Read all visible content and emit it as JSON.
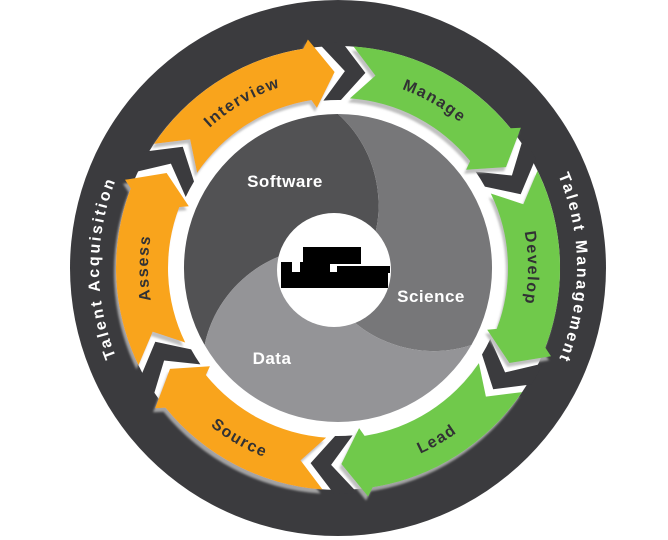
{
  "diagram": {
    "type": "circular-process-cycle",
    "background": "#ffffff"
  },
  "ring": {
    "color": "#3b3b3e",
    "text_color": "#ffffff",
    "left_label": "Talent Acquisition",
    "right_label": "Talent Management"
  },
  "accent_colors": {
    "orange": "#f9a41c",
    "green": "#70c94b",
    "arrow_text": "#313134",
    "shadow": "#b5b5b5"
  },
  "segments": [
    {
      "id": "interview",
      "label": "Interview",
      "color": "#f9a41c",
      "group": "Talent Acquisition",
      "start": 210,
      "end": 270,
      "text_dir": "cw"
    },
    {
      "id": "manage",
      "label": "Manage",
      "color": "#70c94b",
      "group": "Talent Management",
      "start": 270,
      "end": 330,
      "text_dir": "cw"
    },
    {
      "id": "develop",
      "label": "Develop",
      "color": "#70c94b",
      "group": "Talent Management",
      "start": 330,
      "end": 390,
      "text_dir": "cw"
    },
    {
      "id": "lead",
      "label": "Lead",
      "color": "#70c94b",
      "group": "Talent Management",
      "start": 30,
      "end": 90,
      "text_dir": "ccw"
    },
    {
      "id": "source",
      "label": "Source",
      "color": "#f9a41c",
      "group": "Talent Acquisition",
      "start": 90,
      "end": 150,
      "text_dir": "ccw"
    },
    {
      "id": "assess",
      "label": "Assess",
      "color": "#f9a41c",
      "group": "Talent Acquisition",
      "start": 150,
      "end": 210,
      "text_dir": "cw"
    }
  ],
  "junction_angles": [
    30,
    90,
    150,
    210,
    270,
    330
  ],
  "flow_order": [
    "Source",
    "Assess",
    "Interview",
    "Manage",
    "Develop",
    "Lead"
  ],
  "swirl": {
    "arms": [
      {
        "id": "software",
        "label": "Software",
        "color": "#525254"
      },
      {
        "id": "science",
        "label": "Science",
        "color": "#777779"
      },
      {
        "id": "data",
        "label": "Data",
        "color": "#949497"
      }
    ]
  },
  "center": {
    "disc_color": "#ffffff",
    "logo": "redacted-black-blocks"
  }
}
